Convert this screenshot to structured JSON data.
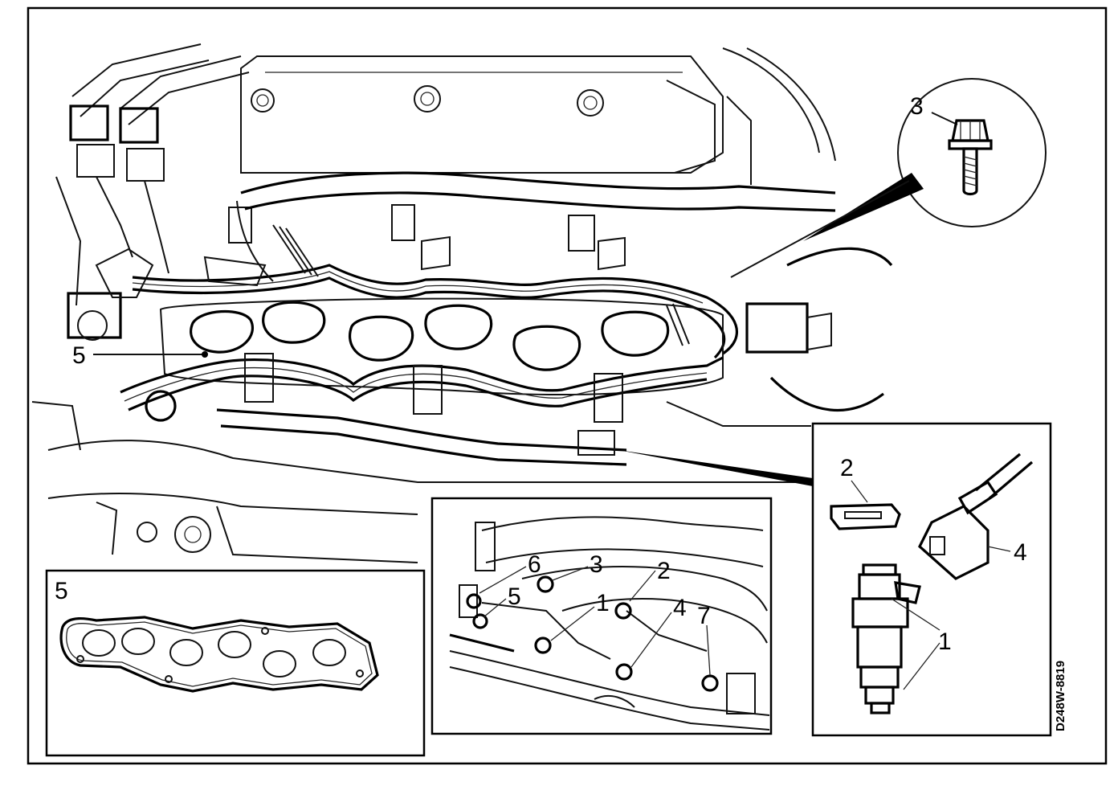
{
  "figure": {
    "code": "D248W-8819",
    "callouts": {
      "bolt": "3",
      "gasket_main": "5",
      "clip": "2",
      "connector": "4",
      "injector": "1",
      "gasket_inset": "5"
    },
    "sequence_labels": [
      "6",
      "3",
      "2",
      "1",
      "4",
      "7",
      "5"
    ]
  }
}
